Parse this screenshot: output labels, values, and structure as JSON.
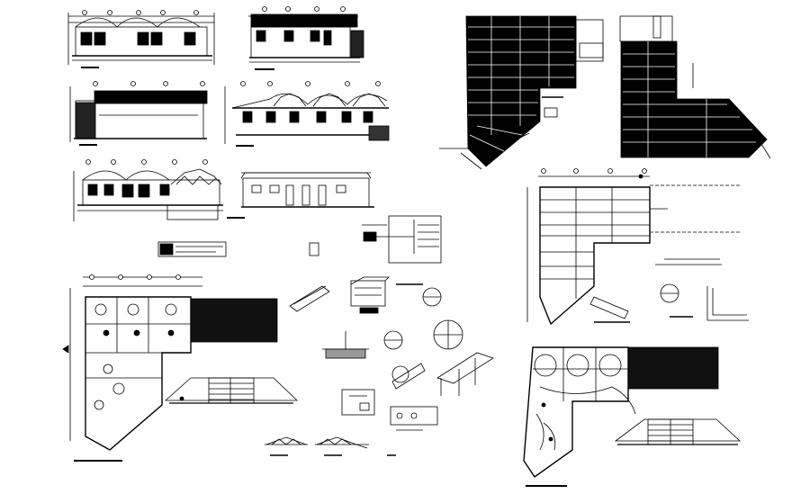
{
  "sheet": {
    "background": "#ffffff",
    "ink": "#000000",
    "views": [
      "elevation-1",
      "elevation-2",
      "section-1",
      "section-2",
      "section-elevation-long",
      "roof-plan-1",
      "roof-plan-2",
      "floor-plan",
      "foundation-plan",
      "electrical-plan",
      "construction-details",
      "roof-truss-details",
      "legend-table",
      "electrical-detail"
    ]
  }
}
